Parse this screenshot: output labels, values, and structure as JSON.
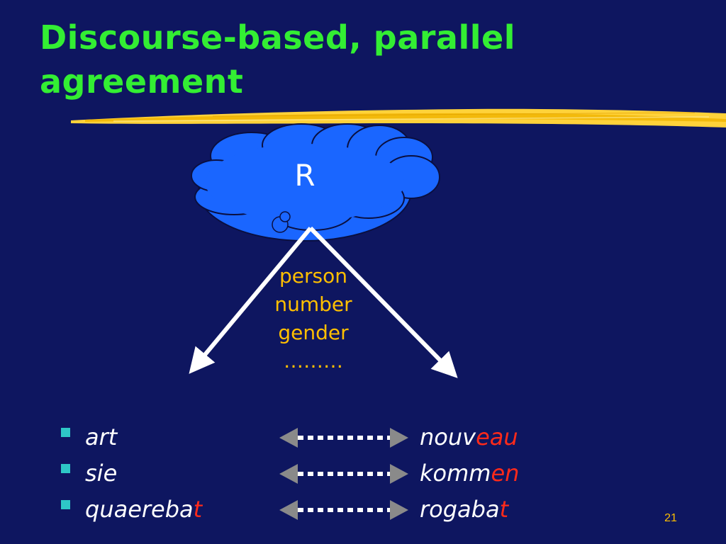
{
  "slide": {
    "title": "Discourse-based, parallel agreement",
    "cloud_label": "R",
    "features": [
      "person",
      "number",
      "gender",
      "………"
    ],
    "page_number": "21",
    "colors": {
      "background": "#0e1660",
      "title": "#33ee33",
      "cloud": "#1a66ff",
      "features": "#ffbf00",
      "highlight": "#ff2a1a",
      "bullet": "#2ec7c7",
      "underline": "#ffd23a"
    }
  },
  "examples": [
    {
      "left_stem": "art",
      "left_ending": "",
      "right_stem": "nouv",
      "right_ending": "eau"
    },
    {
      "left_stem": "sie",
      "left_ending": "",
      "right_stem": "komm",
      "right_ending": "en"
    },
    {
      "left_stem": "quaereba",
      "left_ending": "t",
      "right_stem": "rogaba",
      "right_ending": "t"
    }
  ],
  "icons": {
    "bullet": "square-bullet-icon",
    "row_arrow": "double-arrow-icon",
    "branch_arrow": "arrow-down-icon",
    "underline": "yellow-brushstroke"
  }
}
